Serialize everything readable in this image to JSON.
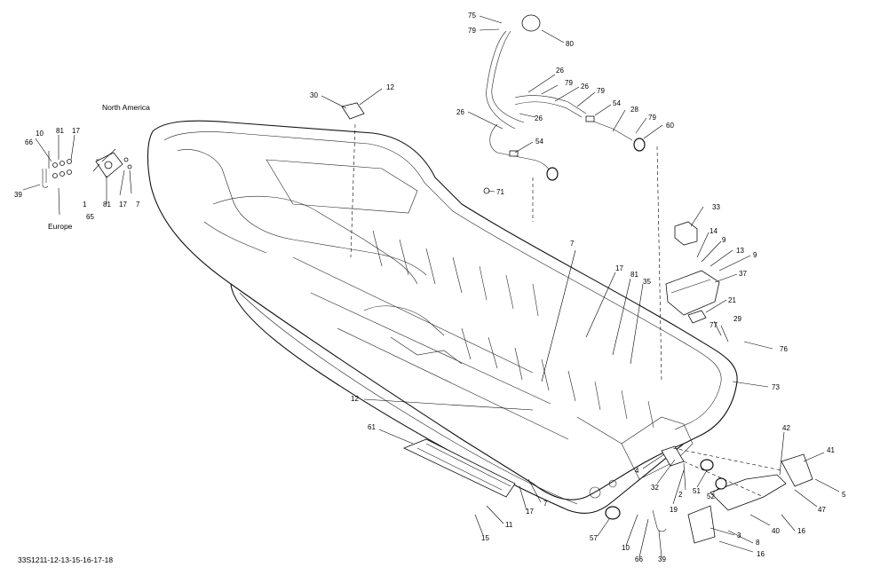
{
  "ref_code": "33S1211-12-13-15-16-17-18",
  "region_labels": {
    "north_america": "North America",
    "europe": "Europe"
  },
  "callouts": [
    "75",
    "79",
    "80",
    "26",
    "79",
    "26",
    "79",
    "54",
    "28",
    "79",
    "60",
    "26",
    "26",
    "54",
    "30",
    "12",
    "71",
    "10",
    "81",
    "17",
    "66",
    "39",
    "1",
    "65",
    "81",
    "17",
    "7",
    "33",
    "14",
    "9",
    "13",
    "9",
    "37",
    "21",
    "29",
    "77",
    "76",
    "73",
    "7",
    "17",
    "81",
    "35",
    "12",
    "61",
    "42",
    "41",
    "5",
    "47",
    "4",
    "32",
    "2",
    "51",
    "19",
    "52",
    "40",
    "16",
    "3",
    "8",
    "16",
    "17",
    "7",
    "11",
    "15",
    "57",
    "10",
    "66",
    "39"
  ]
}
